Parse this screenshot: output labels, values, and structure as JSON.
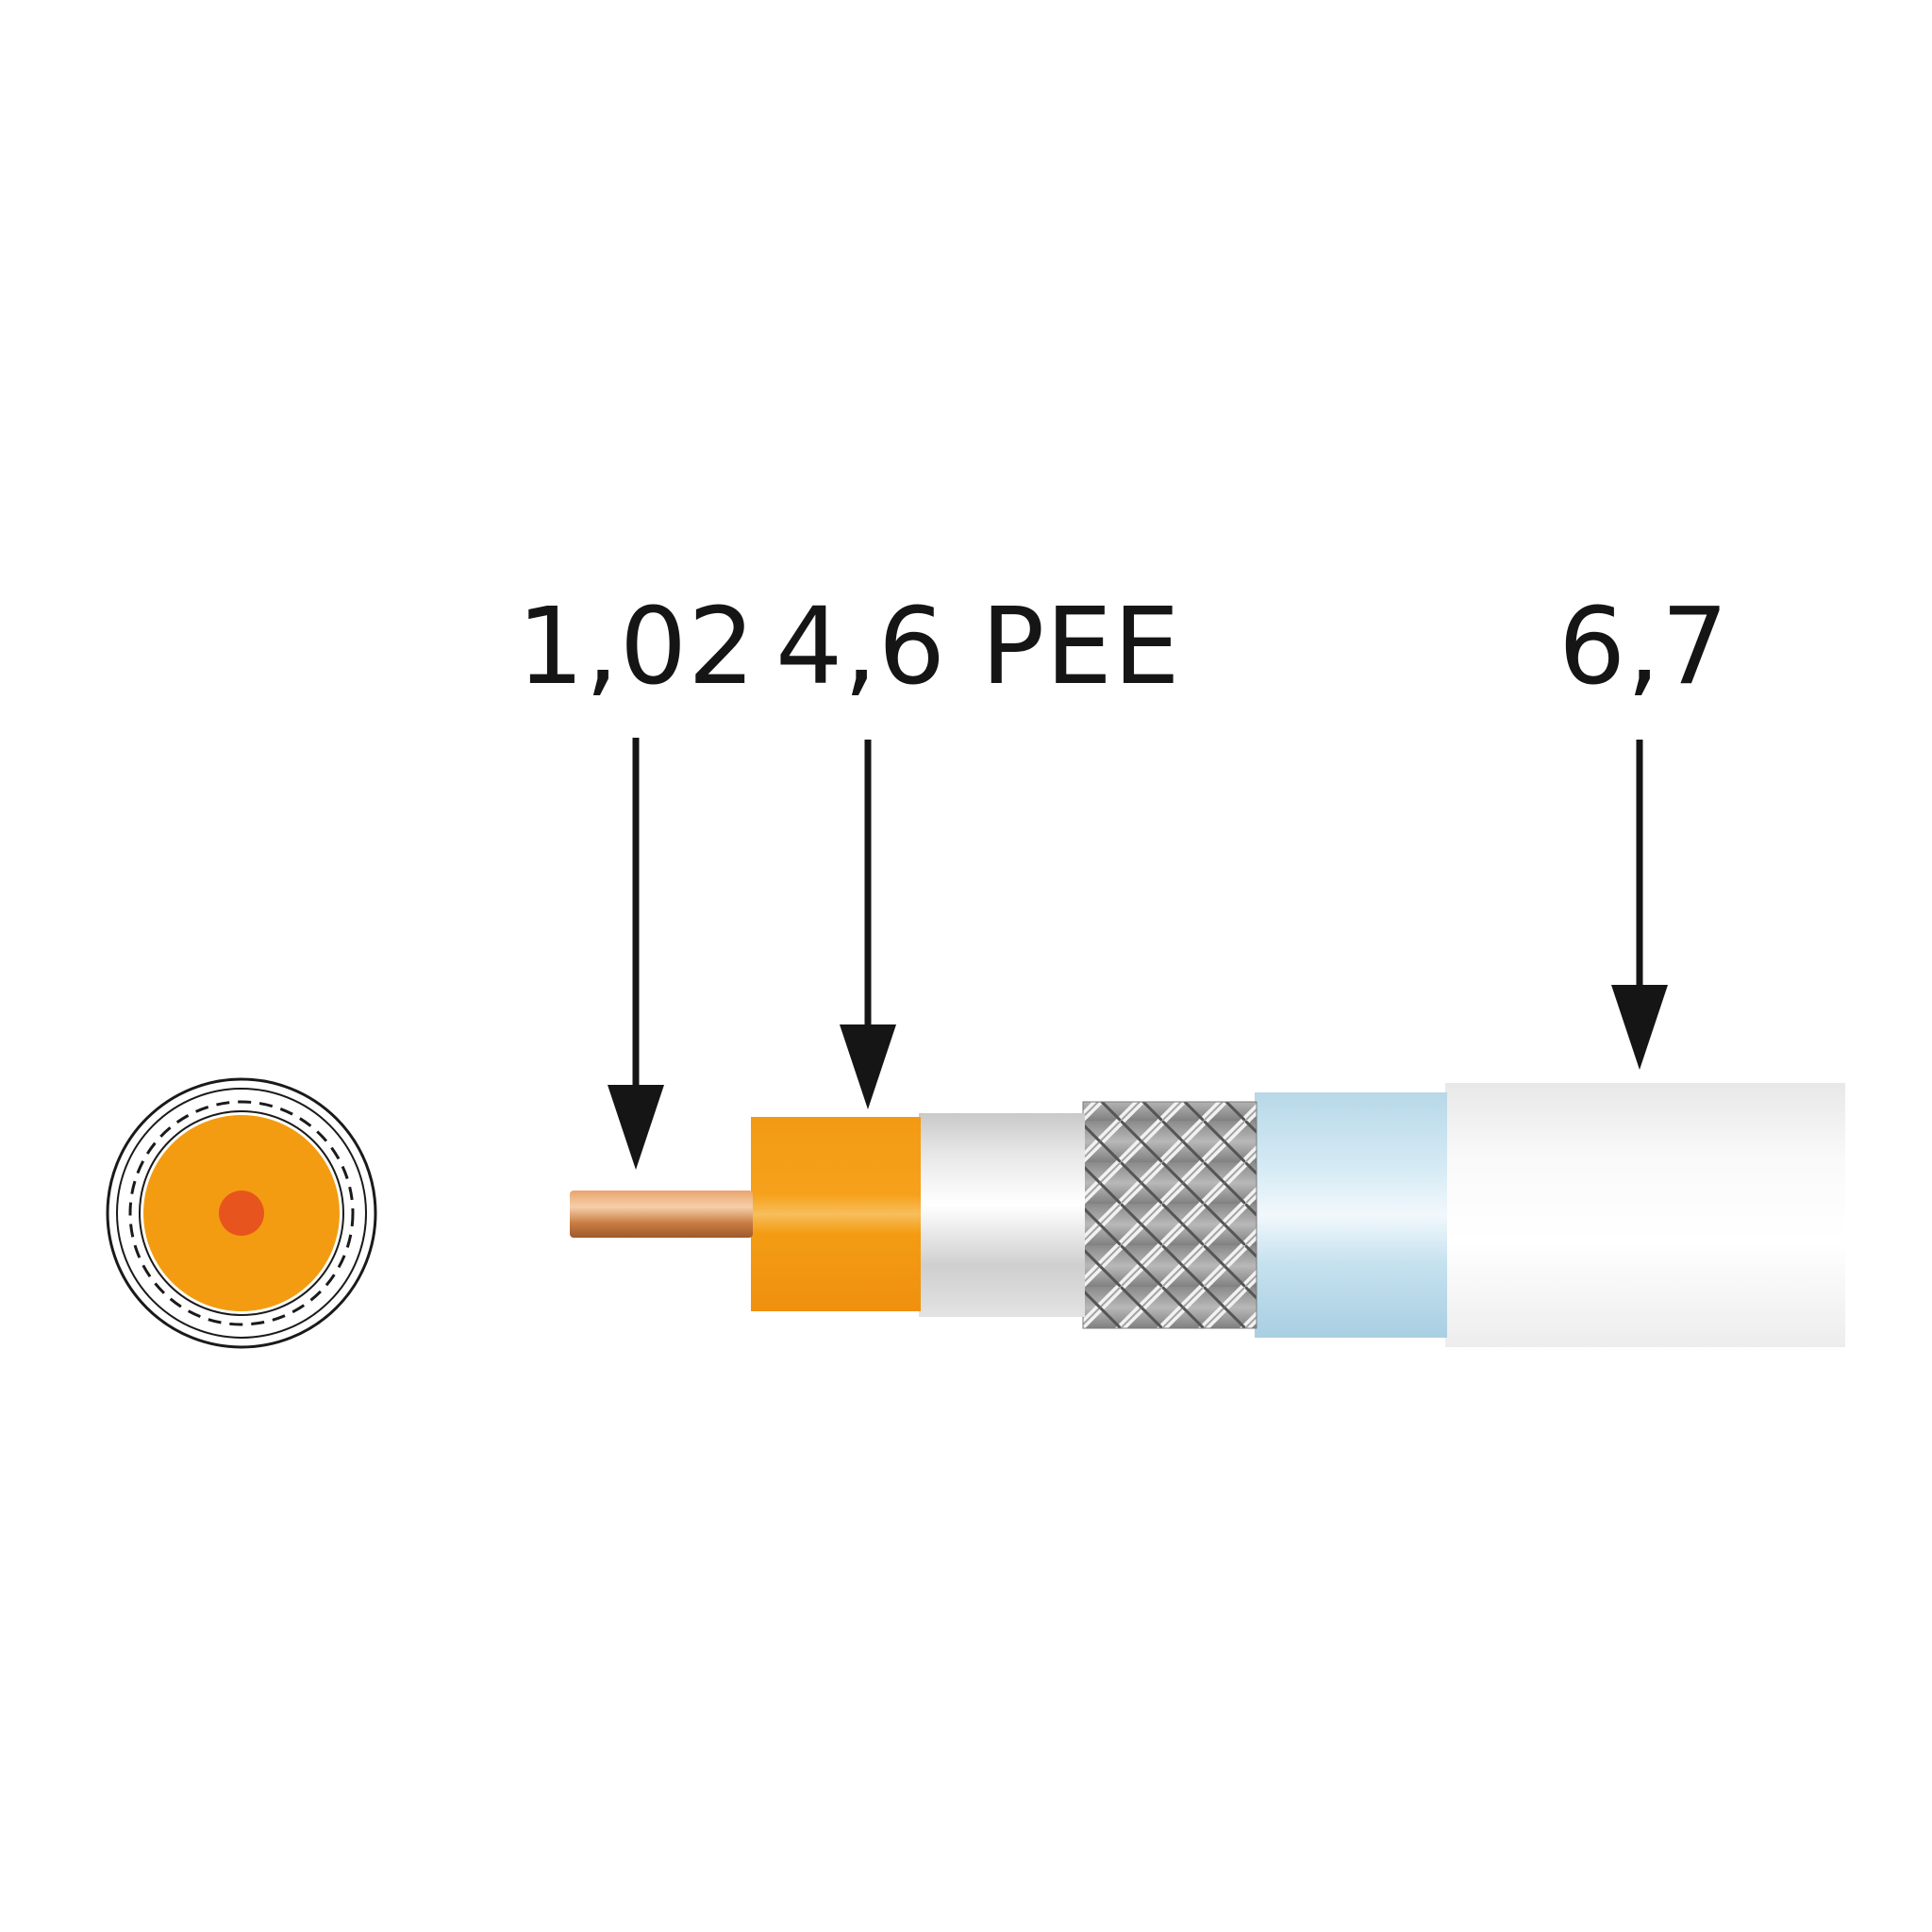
{
  "labels": {
    "core_diameter": "1,02",
    "dielectric": "4,6 PEE",
    "jacket_diameter": "6,7"
  },
  "colors": {
    "dielectric_orange": "#F39C12",
    "center_conductor_dot": "#E8541E",
    "copper": "#D08A52",
    "foil_silver": "#D9D9D9",
    "braid_gray": "#9A9A9A",
    "inner_sheath_blue": "#BFDDEA",
    "outer_jacket_white": "#F4F4F4",
    "arrow_black": "#151515"
  }
}
